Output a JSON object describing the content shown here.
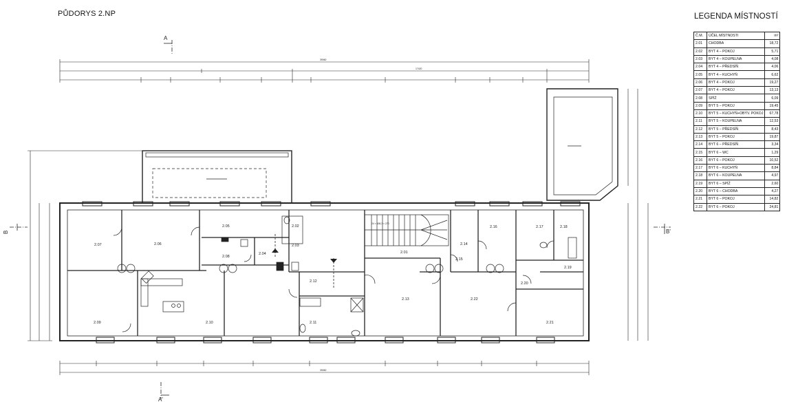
{
  "title": "PŮDORYS 2.NP",
  "legend": {
    "title": "LEGENDA MÍSTNOSTÍ",
    "headers": [
      "Č.M.",
      "ÚČEL MÍSTNOSTI",
      "m²"
    ],
    "rows": [
      [
        "2.01",
        "CHODBA",
        "18,72"
      ],
      [
        "2.02",
        "BYT 4 – POKOJ",
        "5,71"
      ],
      [
        "2.03",
        "BYT 4 – KOUPELNA",
        "4,08"
      ],
      [
        "2.04",
        "BYT 4 – PŘEDSÍŇ",
        "4,06"
      ],
      [
        "2.05",
        "BYT 4 – KUCHYŇ",
        "6,62"
      ],
      [
        "2.06",
        "BYT 4 – POKOJ",
        "19,27"
      ],
      [
        "2.07",
        "BYT 4 – POKOJ",
        "13,13"
      ],
      [
        "2.08",
        "SPÍŽ",
        "6,09"
      ],
      [
        "2.09",
        "BYT 5 – POKOJ",
        "19,45"
      ],
      [
        "2.10",
        "BYT 5 – KUCHYŇ+OBÝV. POKOJ",
        "67,78"
      ],
      [
        "2.11",
        "BYT 5 – KOUPELNA",
        "12,53"
      ],
      [
        "2.12",
        "BYT 5 – PŘEDSÍŇ",
        "8,43"
      ],
      [
        "2.13",
        "BYT 5 – POKOJ",
        "19,87"
      ],
      [
        "2.14",
        "BYT 6 – PŘEDSÍŇ",
        "3,34"
      ],
      [
        "2.15",
        "BYT 6 – WC",
        "1,29"
      ],
      [
        "2.16",
        "BYT 6 – POKOJ",
        "10,52"
      ],
      [
        "2.17",
        "BYT 6 – KUCHYŇ",
        "8,84"
      ],
      [
        "2.18",
        "BYT 6 – KOUPELNA",
        "4,97"
      ],
      [
        "2.19",
        "BYT 6 – SPÍŽ",
        "2,60"
      ],
      [
        "2.20",
        "BYT 6 – CHODBA",
        "4,27"
      ],
      [
        "2.21",
        "BYT 6 – POKOJ",
        "14,82"
      ],
      [
        "2.22",
        "BYT 6 – POKOJ",
        "24,81"
      ]
    ]
  },
  "plan": {
    "room_labels": [
      "2.01",
      "2.02",
      "2.03",
      "2.04",
      "2.05",
      "2.06",
      "2.07",
      "2.08",
      "2.09",
      "2.10",
      "2.11",
      "2.12",
      "2.13",
      "2.14",
      "2.15",
      "2.16",
      "2.17",
      "2.18",
      "2.19",
      "2.20",
      "2.21",
      "2.22"
    ],
    "section_marks": [
      "A",
      "A'",
      "B",
      "B'"
    ],
    "overall_dims": [
      "39060",
      "39060",
      "17420"
    ],
    "stair_label": "24 × 158,3 × 270"
  }
}
